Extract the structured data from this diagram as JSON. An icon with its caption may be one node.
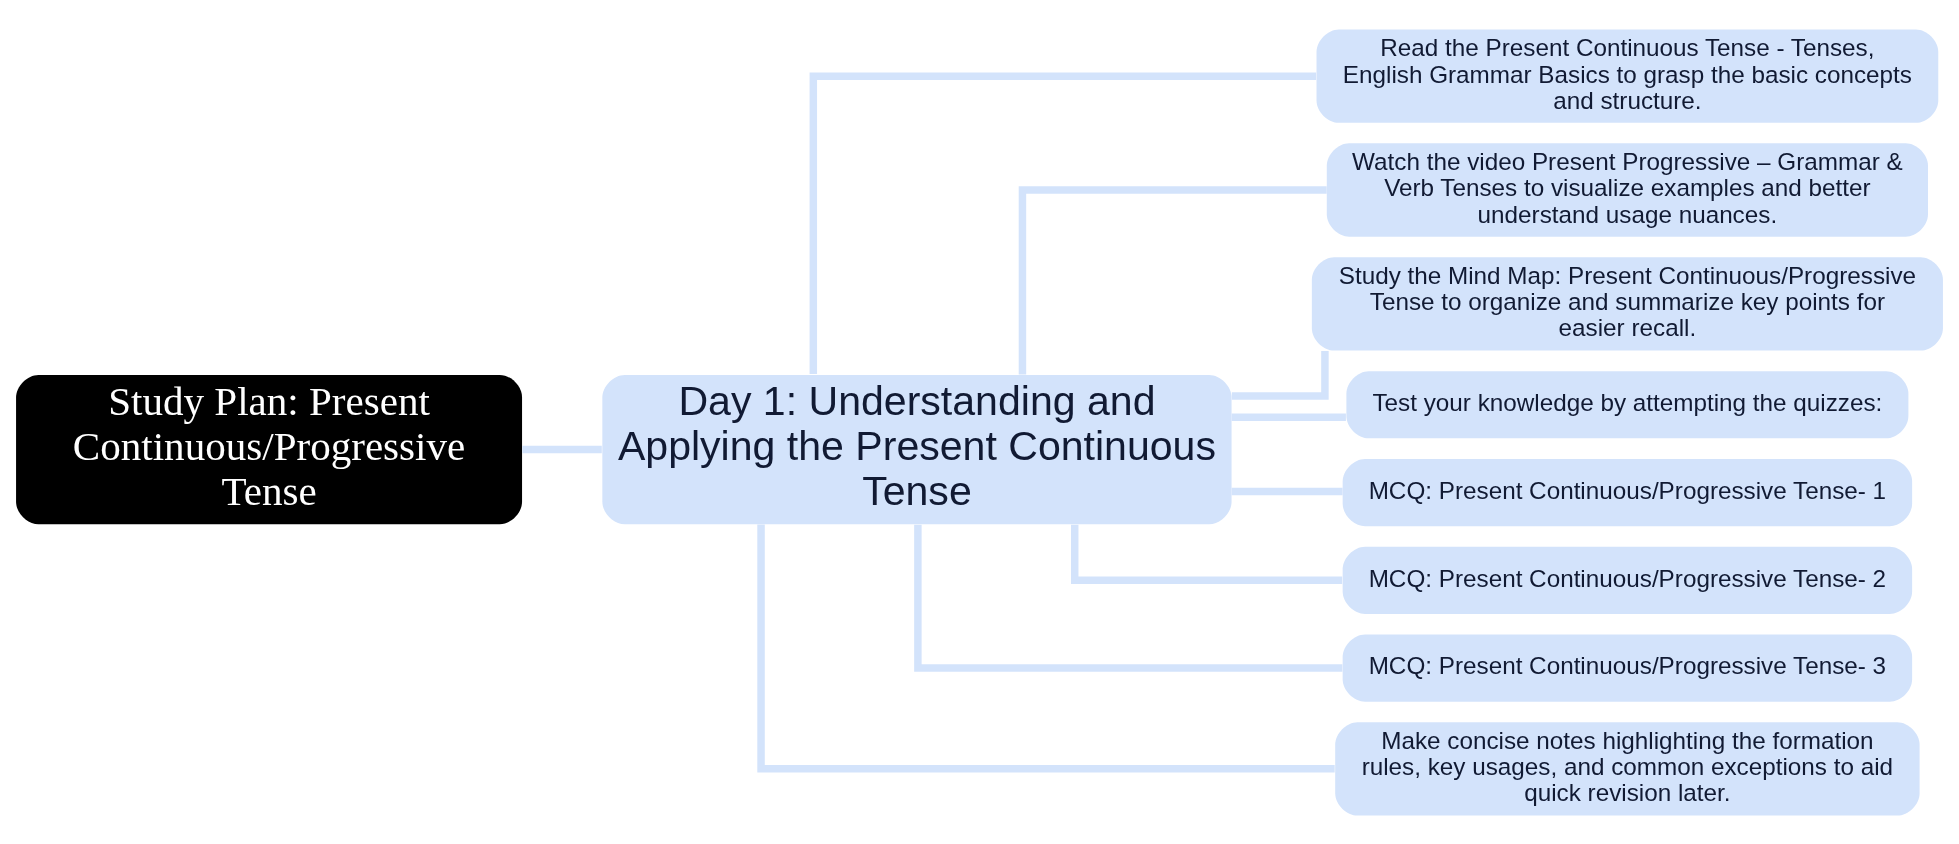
{
  "diagram": {
    "nodes": [
      {
        "text": [
          "Study Plan: Present Continuous/Progressive Tense"
        ]
      },
      {
        "text": [
          "Day 1: Understanding and Applying the Present Continuous Tense"
        ]
      },
      {
        "text": [
          "Read the Present Continuous Tense - Tenses, English Grammar Basics to grasp the basic concepts and structure."
        ]
      },
      {
        "text": [
          "Watch the video Present Progressive – Grammar & Verb Tenses to visualize examples and better understand usage nuances."
        ]
      },
      {
        "text": [
          "Study the Mind Map: Present Continuous/Progressive Tense to organize and summarize key points for easier recall."
        ]
      },
      {
        "text": [
          "Test your knowledge by attempting the quizzes:"
        ]
      },
      {
        "text": [
          "MCQ: Present Continuous/Progressive Tense- 1"
        ]
      },
      {
        "text": [
          "MCQ: Present Continuous/Progressive Tense- 2"
        ]
      },
      {
        "text": [
          "MCQ: Present Continuous/Progressive Tense- 3"
        ]
      },
      {
        "text": [
          "Make concise notes highlighting the formation rules, key usages, and common exceptions to aid quick revision later."
        ]
      }
    ],
    "edges": [
      {
        "from": 0,
        "to": 1,
        "arrow": "none"
      },
      {
        "from": 1,
        "to": 2,
        "arrow": "none"
      },
      {
        "from": 1,
        "to": 3,
        "arrow": "none"
      },
      {
        "from": 1,
        "to": 4,
        "arrow": "none"
      },
      {
        "from": 1,
        "to": 5,
        "arrow": "none"
      },
      {
        "from": 1,
        "to": 6,
        "arrow": "none"
      },
      {
        "from": 1,
        "to": 7,
        "arrow": "none"
      },
      {
        "from": 1,
        "to": 8,
        "arrow": "none"
      },
      {
        "from": 1,
        "to": 9,
        "arrow": "none"
      }
    ]
  }
}
